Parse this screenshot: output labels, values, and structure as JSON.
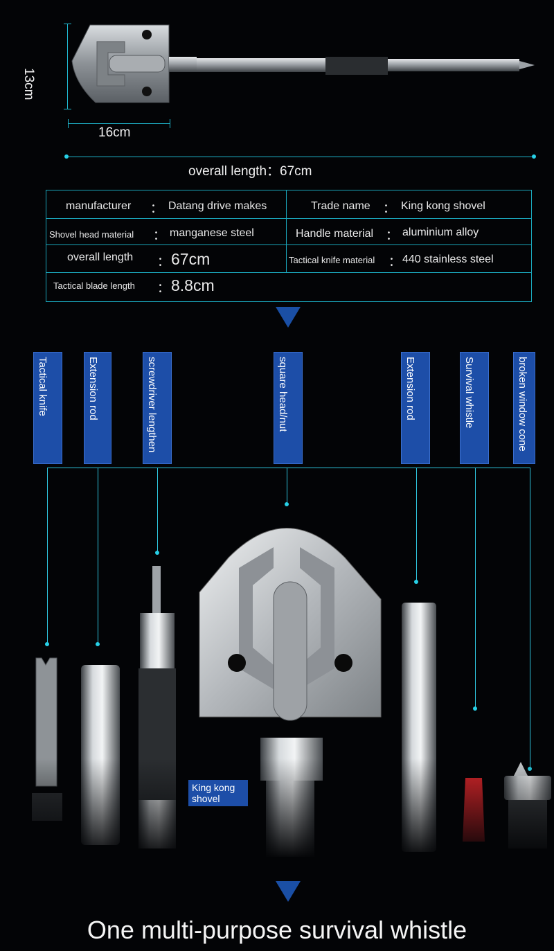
{
  "dimensions": {
    "height_label": "13cm",
    "width_label": "16cm",
    "overall_label": "overall length：67cm"
  },
  "spec_table": {
    "manufacturer_label": "manufacturer",
    "manufacturer_value": "Datang drive makes",
    "trade_name_label": "Trade name",
    "trade_name_value": "King kong shovel",
    "shovel_head_label": "Shovel head material",
    "shovel_head_value": "manganese steel",
    "handle_label": "Handle material",
    "handle_value": "aluminium alloy",
    "overall_label": "overall length",
    "overall_value": "67cm",
    "knife_material_label": "Tactical knife material",
    "knife_material_value": "440 stainless steel",
    "blade_length_label": "Tactical blade length",
    "blade_length_value": "8.8cm",
    "colon": "："
  },
  "parts": [
    {
      "label": "Tactical knife"
    },
    {
      "label": "Extension rod"
    },
    {
      "label": "screwdriver lengthen"
    },
    {
      "label": "square head/nut"
    },
    {
      "label": "Extension rod"
    },
    {
      "label": "Survival whistle"
    },
    {
      "label": "broken window cone"
    }
  ],
  "product_label": "King kong shovel",
  "bottom_title": "One multi-purpose survival whistle",
  "colors": {
    "background": "#030406",
    "accent_cyan": "#29c6dc",
    "label_blue": "#1d4ea8",
    "whistle_red": "#d8262a"
  }
}
